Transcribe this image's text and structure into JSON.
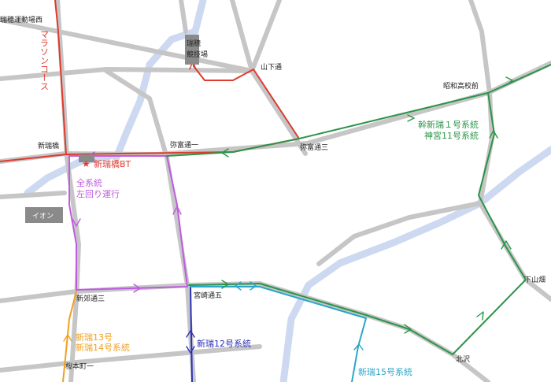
{
  "places": {
    "mizuho_park_west": "瑞穂運動場西",
    "mizuho_stadium_line1": "瑞穂",
    "mizuho_stadium_line2": "競技場",
    "yamashita_dori": "山下通",
    "showa_high_school": "昭和高校前",
    "shin_mizuhashi": "新瑞橋",
    "yatomi_dori_1": "弥富通一",
    "yatomi_dori_3": "弥富通三",
    "bus_terminal": "新瑞橋BT",
    "aeon": "イオン",
    "shingo_dori_3": "新郊通三",
    "miyazaki_dori_5": "宮崎通五",
    "shimoyamahata": "下山畑",
    "kitazawa": "北沢",
    "sakuramoto_1": "桜本町一"
  },
  "notes": {
    "marathon_course": "マラソンコース",
    "all_lines_line1": "全系統",
    "all_lines_line2": "左回り運行"
  },
  "routes": {
    "kan_shinmizu_1_line1": "幹新瑞１号系統",
    "kan_shinmizu_1_line2": "神宮11号系統",
    "shinmizu_12": "新瑞12号系統",
    "shinmizu_13_line1": "新瑞13号",
    "shinmizu_13_line2": "新瑞14号系統",
    "shinmizu_15": "新瑞15号系統"
  },
  "colors": {
    "road": "#c6c6c6",
    "river": "#cdd9f0",
    "marathon_red": "#e03a2f",
    "loop_purple": "#c05ae0",
    "kan_shinmizu_green": "#2b9448",
    "shinmizu_12_navy": "#2a2fb8",
    "shinmizu_13_orange": "#f0a020",
    "shinmizu_15_cyan": "#2aa6c8",
    "box_gray": "#8a8a8a"
  }
}
